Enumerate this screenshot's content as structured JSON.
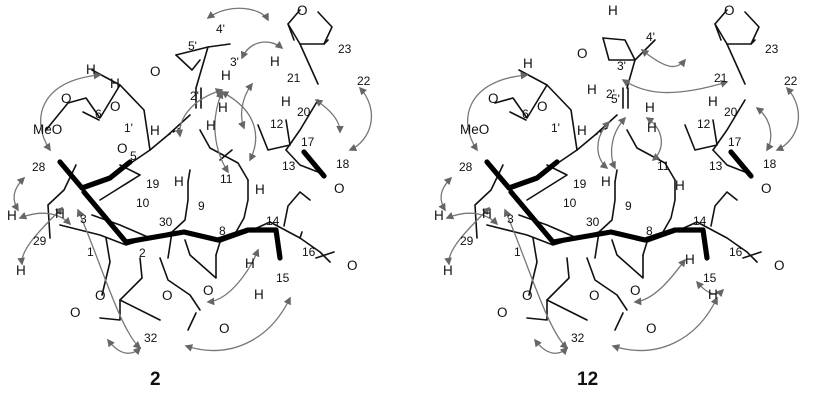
{
  "compounds": [
    {
      "id": "2",
      "atom_labels": {
        "O_furan": "O",
        "C23": "23",
        "C21": "21",
        "C22": "22",
        "H21": "H",
        "C4p": "4'",
        "C5p": "5'",
        "C3p": "3'",
        "O_ep": "O",
        "C2p": "2'",
        "O_2p": "O",
        "H_6a": "H",
        "H_6b": "H",
        "H_3p": "H",
        "C6": "6",
        "O_me": "O",
        "MeO": "MeO",
        "C1p": "1'",
        "H_5": "H",
        "C20": "20",
        "H_12a": "H",
        "H_12b": "H",
        "H_17": "H",
        "C12": "12",
        "C17": "17",
        "C5": "5",
        "O_5": "O",
        "C13": "13",
        "C18": "18",
        "O_18": "O",
        "C28": "28",
        "C19": "19",
        "H_9": "H",
        "C11": "11",
        "H_11": "H",
        "C10": "10",
        "C9": "9",
        "H_29a": "H",
        "H_3": "H",
        "C3": "3",
        "C30": "30",
        "C14": "14",
        "C29": "29",
        "C8": "8",
        "C16": "16",
        "O_16": "O",
        "C1": "1",
        "C2": "2",
        "H_29b": "H",
        "H_14": "H",
        "C15": "15",
        "O_1": "O",
        "O_30": "O",
        "O_8": "O",
        "H_15": "H",
        "O_ac1": "O",
        "C32": "32",
        "O_ac2": "O"
      }
    },
    {
      "id": "12",
      "atom_labels": {
        "O_furan": "O",
        "C23": "23",
        "C21": "21",
        "C22": "22",
        "H_4pa": "H",
        "C4p": "4'",
        "O_ep": "O",
        "C3p": "3'",
        "C2p": "2'",
        "H_6a": "H",
        "H_2p": "H",
        "C6": "6",
        "O_me": "O",
        "MeO": "MeO",
        "C1p": "1'",
        "O_2p": "O",
        "H_5": "H",
        "C5p": "5'",
        "H_17a": "H",
        "C20": "20",
        "H_12": "H",
        "C12": "12",
        "C17": "17",
        "H_12b": "H",
        "C11": "11",
        "H_11": "H",
        "C13": "13",
        "C18": "18",
        "O_18": "O",
        "C28": "28",
        "C19": "19",
        "H_9": "H",
        "C10": "10",
        "C9": "9",
        "H_29a": "H",
        "H_3": "H",
        "C3": "3",
        "C30": "30",
        "C8": "8",
        "C14": "14",
        "C29": "29",
        "C1": "1",
        "C16": "16",
        "O_16": "O",
        "H_29b": "H",
        "C15": "15",
        "H_14": "H",
        "O_1": "O",
        "O_30": "O",
        "O_8": "O",
        "H_15": "H",
        "O_ac1": "O",
        "C32": "32",
        "O_ac2": "O"
      }
    }
  ]
}
